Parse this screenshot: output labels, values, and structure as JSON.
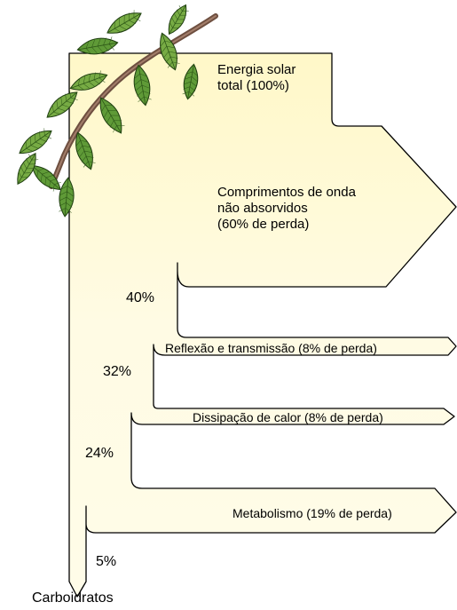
{
  "labels": {
    "total_line1": "Energia solar",
    "total_line2": "total (100%)",
    "unabsorbed_line1": "Comprimentos de onda",
    "unabsorbed_line2": "não absorvidos",
    "unabsorbed_line3": "(60% de perda)",
    "reflection": "Reflexão e transmissão (8% de perda)",
    "heat": "Dissipação de calor (8% de perda)",
    "metabolism": "Metabolismo (19% de perda)",
    "output": "Carboidratos"
  },
  "remaining": {
    "after_unabsorbed": "40%",
    "after_reflection": "32%",
    "after_heat": "24%",
    "after_metabolism": "5%"
  },
  "chart_data": {
    "type": "sankey",
    "input": {
      "label": "Energia solar total (100%)",
      "value": 100
    },
    "losses": [
      {
        "label": "Comprimentos de onda não absorvidos (60% de perda)",
        "value": 60
      },
      {
        "label": "Reflexão e transmissão (8% de perda)",
        "value": 8
      },
      {
        "label": "Dissipação de calor (8% de perda)",
        "value": 8
      },
      {
        "label": "Metabolismo (19% de perda)",
        "value": 19
      }
    ],
    "remaining_after_each": [
      40,
      32,
      24,
      5
    ],
    "output": {
      "label": "Carboidratos",
      "value": 5
    }
  },
  "colors": {
    "flow_fill_light": "#fffbe0",
    "flow_fill_dark": "#f5eca8",
    "stroke": "#000000",
    "leaf_dark": "#3d6e22",
    "leaf_light": "#8cbe4e",
    "branch": "#7a5a4a"
  }
}
